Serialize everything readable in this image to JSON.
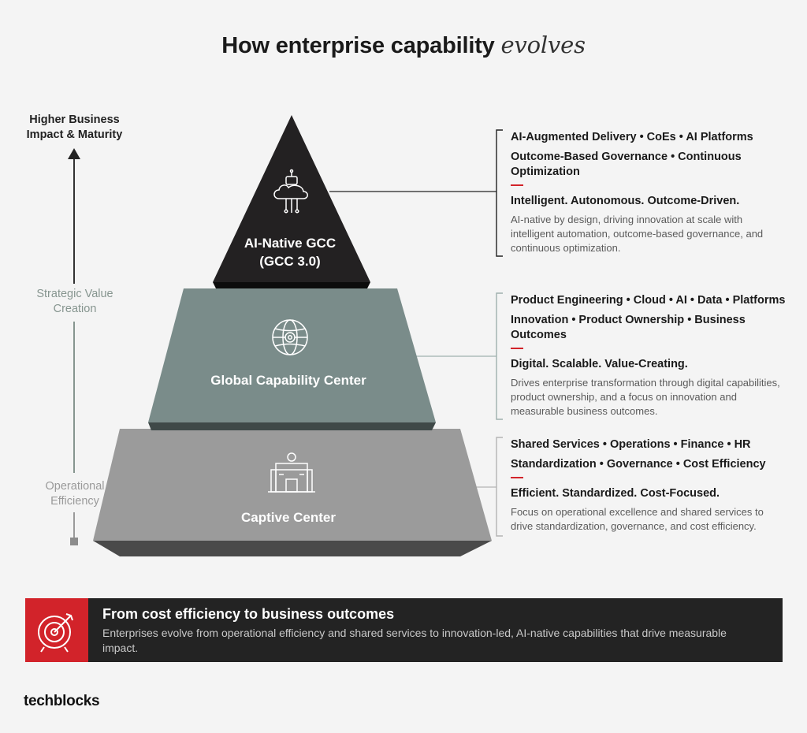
{
  "title": {
    "main": "How enterprise capability",
    "emphasis": "evolves"
  },
  "axis": {
    "top_label": "Higher Business Impact & Maturity",
    "middle_label": "Strategic Value Creation",
    "bottom_label": "Operational Efficiency"
  },
  "tiers": [
    {
      "name": "AI-Native GCC (GCC 3.0)",
      "icon": "ai-robot-cloud-icon",
      "color": "#232122",
      "keywords_line1": "AI-Augmented Delivery • CoEs • AI Platforms",
      "keywords_line2": "Outcome-Based Governance • Continuous Optimization",
      "tagline": "Intelligent. Autonomous. Outcome-Driven.",
      "description": "AI-native by design, driving innovation at scale with intelligent automation, outcome-based governance, and continuous optimization."
    },
    {
      "name": "Global Capability Center",
      "icon": "globe-gear-icon",
      "color": "#7a8c8a",
      "keywords_line1": "Product Engineering • Cloud • AI • Data • Platforms",
      "keywords_line2": "Innovation • Product Ownership • Business Outcomes",
      "tagline": "Digital. Scalable. Value-Creating.",
      "description": "Drives enterprise transformation through digital capabilities, product ownership, and a focus on innovation and measurable business outcomes."
    },
    {
      "name": "Captive Center",
      "icon": "factory-building-icon",
      "color": "#9b9b9b",
      "keywords_line1": "Shared Services • Operations • Finance • HR",
      "keywords_line2": "Standardization • Governance • Cost Efficiency",
      "tagline": "Efficient. Standardized. Cost-Focused.",
      "description": "Focus on operational excellence and shared services to drive standardization, governance, and cost efficiency."
    }
  ],
  "banner": {
    "icon": "target-arrow-icon",
    "title": "From cost efficiency to business outcomes",
    "text": "Enterprises evolve from operational efficiency and shared services to innovation-led, AI-native capabilities that drive measurable impact."
  },
  "logo": {
    "text": "techblocks"
  },
  "colors": {
    "accent": "#d2232a",
    "dark": "#232323"
  }
}
